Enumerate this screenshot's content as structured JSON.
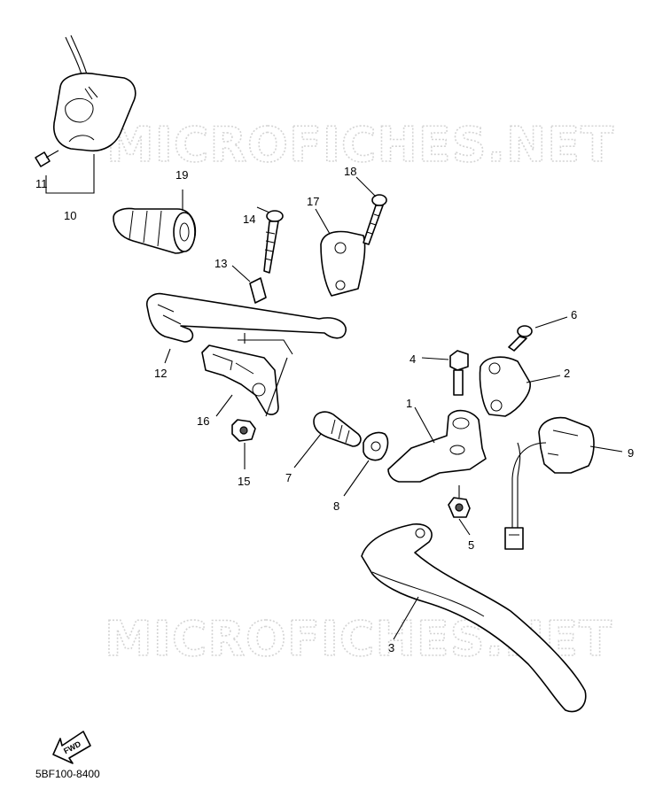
{
  "watermark": {
    "text": "MICROFICHES.NET"
  },
  "diagram_code": "5BF100-8400",
  "fwd_label": "FWD",
  "callouts": [
    {
      "id": "1",
      "label": "1"
    },
    {
      "id": "2",
      "label": "2"
    },
    {
      "id": "3",
      "label": "3"
    },
    {
      "id": "4",
      "label": "4"
    },
    {
      "id": "5",
      "label": "5"
    },
    {
      "id": "6",
      "label": "6"
    },
    {
      "id": "7",
      "label": "7"
    },
    {
      "id": "8",
      "label": "8"
    },
    {
      "id": "9",
      "label": "9"
    },
    {
      "id": "10",
      "label": "10"
    },
    {
      "id": "11",
      "label": "11"
    },
    {
      "id": "12",
      "label": "12"
    },
    {
      "id": "13",
      "label": "13"
    },
    {
      "id": "14",
      "label": "14"
    },
    {
      "id": "15",
      "label": "15"
    },
    {
      "id": "16",
      "label": "16"
    },
    {
      "id": "17",
      "label": "17"
    },
    {
      "id": "18",
      "label": "18"
    },
    {
      "id": "19",
      "label": "19"
    }
  ]
}
